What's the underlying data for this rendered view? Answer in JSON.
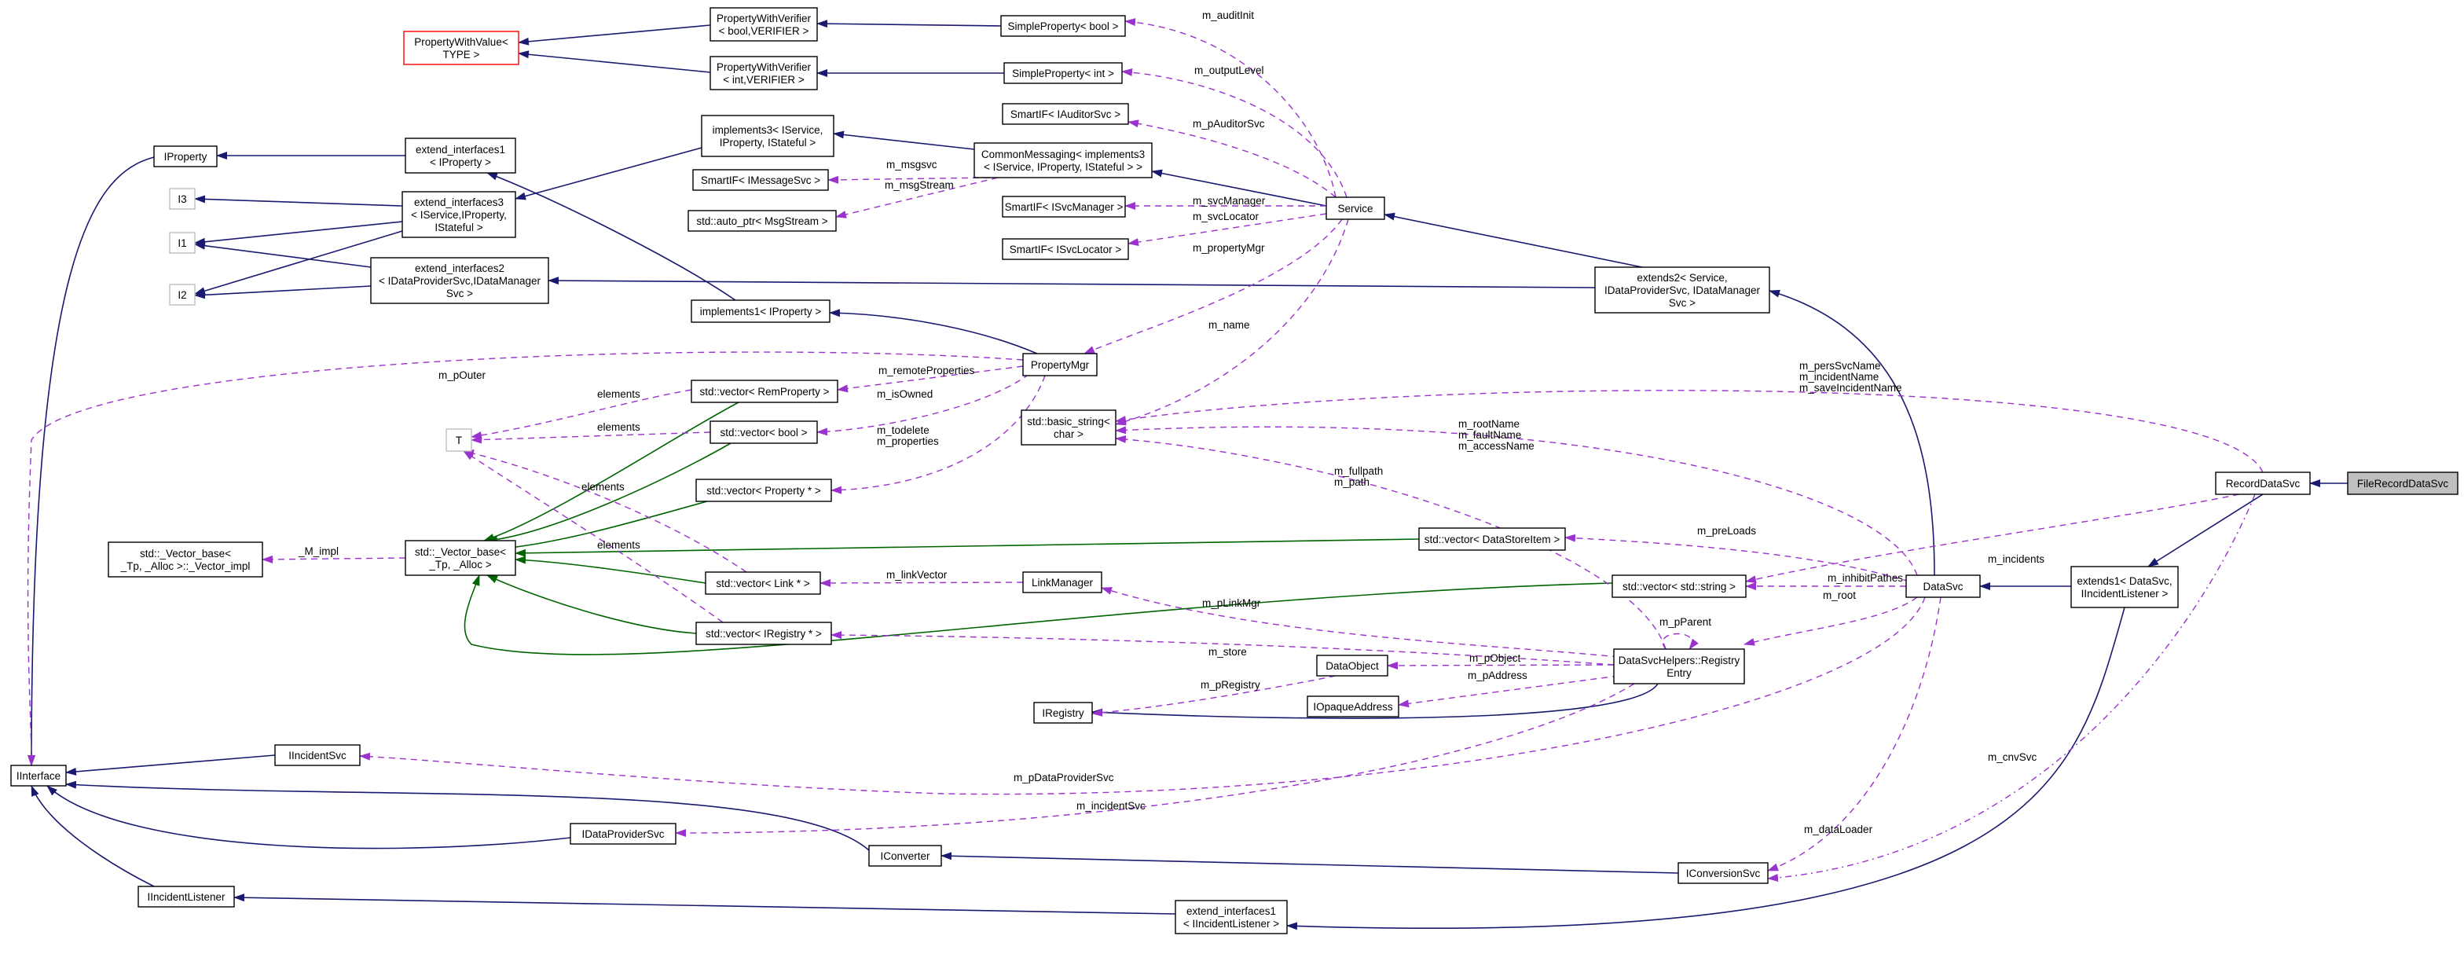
{
  "nodes": {
    "FileRecordDataSvc": [
      "FileRecordDataSvc"
    ],
    "RecordDataSvc": [
      "RecordDataSvc"
    ],
    "DataSvc": [
      "DataSvc"
    ],
    "extends1": [
      "extends1< DataSvc,",
      "IIncidentListener >"
    ],
    "extends2": [
      "extends2< Service,",
      "IDataProviderSvc, IDataManager",
      "Svc >"
    ],
    "Service": [
      "Service"
    ],
    "CommonMessaging": [
      "CommonMessaging< implements3",
      "< IService, IProperty, IStateful > >"
    ],
    "implements3": [
      "implements3< IService,",
      "IProperty, IStateful >"
    ],
    "PWV_bool": [
      "PropertyWithVerifier",
      "< bool,VERIFIER >"
    ],
    "PWV_int": [
      "PropertyWithVerifier",
      "< int,VERIFIER >"
    ],
    "PropertyWithValue": [
      "PropertyWithValue<",
      "TYPE >"
    ],
    "SP_bool": [
      "SimpleProperty< bool >"
    ],
    "SP_int": [
      "SimpleProperty< int >"
    ],
    "SI_Auditor": [
      "SmartIF< IAuditorSvc >"
    ],
    "SI_Message": [
      "SmartIF< IMessageSvc >"
    ],
    "AutoPtr": [
      "std::auto_ptr< MsgStream >"
    ],
    "SI_SvcManager": [
      "SmartIF< ISvcManager >"
    ],
    "SI_SvcLocator": [
      "SmartIF< ISvcLocator >"
    ],
    "IProperty": [
      "IProperty"
    ],
    "extend_interfaces1_IProperty": [
      "extend_interfaces1",
      "< IProperty >"
    ],
    "extend_interfaces3": [
      "extend_interfaces3",
      "< IService,IProperty,",
      "IStateful >"
    ],
    "I3": [
      "I3"
    ],
    "I1": [
      "I1"
    ],
    "I2": [
      "I2"
    ],
    "extend_interfaces2": [
      "extend_interfaces2",
      "< IDataProviderSvc,IDataManager",
      "Svc >"
    ],
    "implements1": [
      "implements1< IProperty >"
    ],
    "PropertyMgr": [
      "PropertyMgr"
    ],
    "vec_RemProperty": [
      "std::vector< RemProperty >"
    ],
    "vec_bool": [
      "std::vector< bool >"
    ],
    "vec_Property": [
      "std::vector< Property * >"
    ],
    "vec_Link": [
      "std::vector< Link * >"
    ],
    "vec_IRegistry": [
      "std::vector< IRegistry * >"
    ],
    "vec_DataStoreItem": [
      "std::vector< DataStoreItem >"
    ],
    "vec_string": [
      "std::vector< std::string >"
    ],
    "basic_string": [
      "std::basic_string<",
      "char >"
    ],
    "T": [
      "T"
    ],
    "Vector_base": [
      "std::_Vector_base<",
      "_Tp, _Alloc >"
    ],
    "Vector_impl": [
      "std::_Vector_base<",
      "_Tp, _Alloc >::_Vector_impl"
    ],
    "LinkManager": [
      "LinkManager"
    ],
    "RegistryEntry": [
      "DataSvcHelpers::Registry",
      "Entry"
    ],
    "DataObject": [
      "DataObject"
    ],
    "IOpaqueAddress": [
      "IOpaqueAddress"
    ],
    "IRegistry": [
      "IRegistry"
    ],
    "IInterface": [
      "IInterface"
    ],
    "IIncidentSvc": [
      "IIncidentSvc"
    ],
    "IDataProviderSvc": [
      "IDataProviderSvc"
    ],
    "IConverter": [
      "IConverter"
    ],
    "IConversionSvc": [
      "IConversionSvc"
    ],
    "IIncidentListener": [
      "IIncidentListener"
    ],
    "extend_interfaces1_IIL": [
      "extend_interfaces1",
      "< IIncidentListener >"
    ]
  },
  "edge_labels": {
    "m_auditInit": [
      "m_auditInit"
    ],
    "m_outputLevel": [
      "m_outputLevel"
    ],
    "m_pAuditorSvc": [
      "m_pAuditorSvc"
    ],
    "m_msgsvc": [
      "m_msgsvc"
    ],
    "m_msgStream": [
      "m_msgStream"
    ],
    "m_svcManager": [
      "m_svcManager"
    ],
    "m_svcLocator": [
      "m_svcLocator"
    ],
    "m_propertyMgr": [
      "m_propertyMgr"
    ],
    "m_name": [
      "m_name"
    ],
    "m_pOuter": [
      "m_pOuter"
    ],
    "m_remoteProperties": [
      "m_remoteProperties"
    ],
    "m_isOwned": [
      "m_isOwned"
    ],
    "m_todelete": [
      "m_todelete",
      "m_properties"
    ],
    "elements_rem": [
      "elements"
    ],
    "elements_bool": [
      "elements"
    ],
    "elements_link": [
      "elements"
    ],
    "elements_ireg": [
      "elements"
    ],
    "M_impl": [
      "_M_impl"
    ],
    "m_persSvcName": [
      "m_persSvcName",
      "m_incidentName",
      "m_saveIncidentName"
    ],
    "m_rootName": [
      "m_rootName",
      "m_faultName",
      "m_accessName"
    ],
    "m_fullpath": [
      "m_fullpath",
      "m_path"
    ],
    "m_incidents": [
      "m_incidents"
    ],
    "m_preLoads": [
      "m_preLoads"
    ],
    "m_linkVector": [
      "m_linkVector"
    ],
    "m_inhibitPathes": [
      "m_inhibitPathes"
    ],
    "m_root": [
      "m_root"
    ],
    "m_pLinkMgr": [
      "m_pLinkMgr"
    ],
    "m_pParent": [
      "m_pParent"
    ],
    "m_store": [
      "m_store"
    ],
    "m_pObject": [
      "m_pObject"
    ],
    "m_pAddress": [
      "m_pAddress"
    ],
    "m_pRegistry": [
      "m_pRegistry"
    ],
    "m_pDataProviderSvc": [
      "m_pDataProviderSvc"
    ],
    "m_incidentSvc": [
      "m_incidentSvc"
    ],
    "m_dataLoader": [
      "m_dataLoader"
    ],
    "m_cnvSvc": [
      "m_cnvSvc"
    ]
  },
  "colors": {
    "inheritance": "#191970",
    "template_instance": "#006400",
    "usage": "#9a32cd",
    "highlight_fill": "#bfbfbf",
    "external_border": "#bfbfbf",
    "template_border": "#ff0000"
  }
}
